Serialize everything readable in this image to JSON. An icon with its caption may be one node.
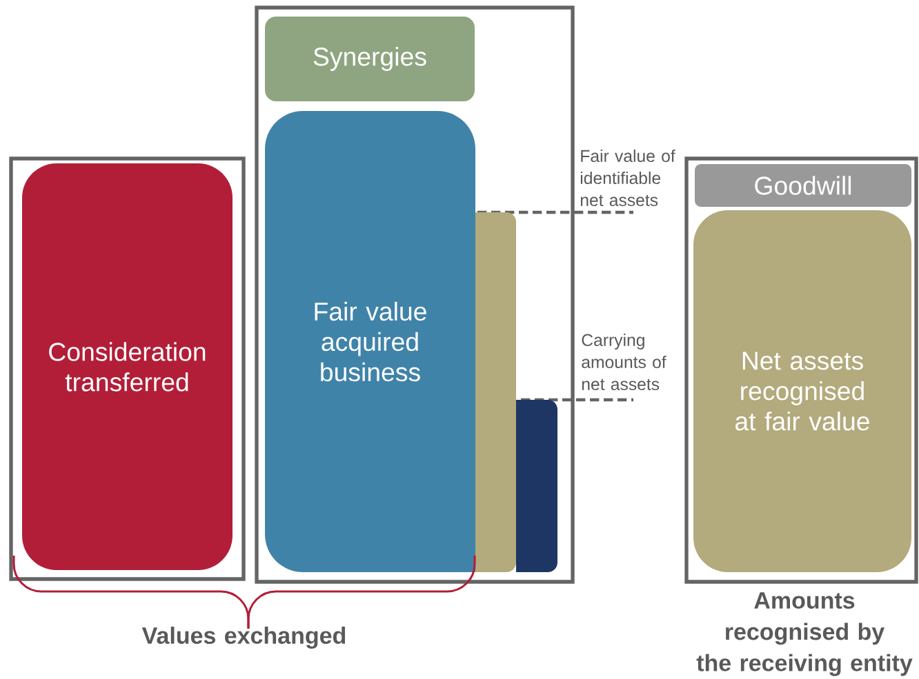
{
  "diagram": {
    "nodes": [
      {
        "text": [],
        "shape": "box"
      },
      {
        "text": [
          "Consideration transferred"
        ],
        "in": 0
      },
      {
        "text": [],
        "shape": "box"
      },
      {
        "text": [
          "Synergies"
        ],
        "in": 2
      },
      {
        "text": [
          "Fair value acquired business"
        ],
        "in": 2
      },
      {
        "text": [],
        "shape": "bar",
        "in": 2
      },
      {
        "text": [],
        "shape": "bar",
        "in": 2
      },
      {
        "text": [],
        "shape": "box"
      },
      {
        "text": [
          "Goodwill"
        ],
        "in": 7
      },
      {
        "text": [
          "Net assets recognised at fair value"
        ],
        "in": 7
      }
    ],
    "labels": [
      "Fair value of identifiable net assets",
      "Carrying amounts of net assets",
      "Values exchanged",
      "Amounts recognised by the receiving entity"
    ]
  }
}
